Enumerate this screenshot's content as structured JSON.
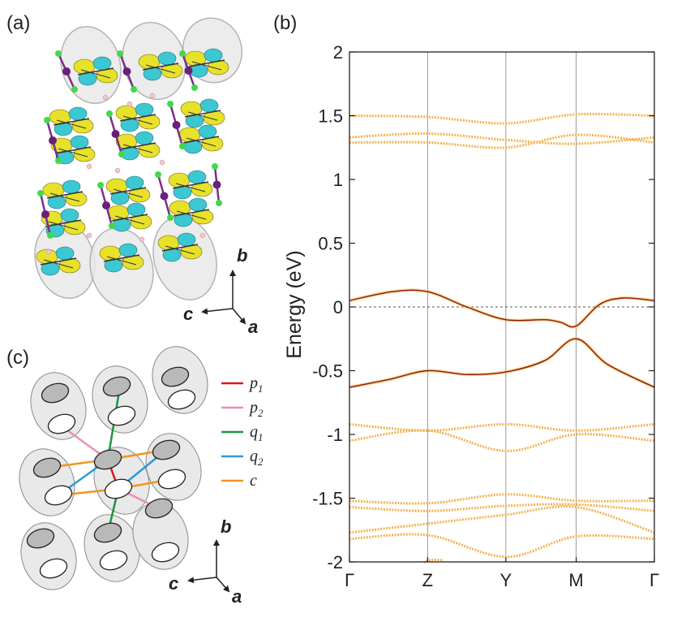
{
  "panels": {
    "a": {
      "label": "(a)"
    },
    "b": {
      "label": "(b)"
    },
    "c": {
      "label": "(c)"
    }
  },
  "crystal_axes": {
    "b": "b",
    "c": "c",
    "a": "a"
  },
  "legend": [
    {
      "symbol": "p",
      "sub": "1",
      "color": "#d7191c"
    },
    {
      "symbol": "p",
      "sub": "2",
      "color": "#ea8fb8"
    },
    {
      "symbol": "q",
      "sub": "1",
      "color": "#1a9641"
    },
    {
      "symbol": "q",
      "sub": "2",
      "color": "#2b9bd8"
    },
    {
      "symbol": "c",
      "sub": "",
      "color": "#f0951f"
    }
  ],
  "colors": {
    "band_highlight": "#8b1a00",
    "band_other": "#f4b350",
    "iso_yellow": "#e8e12a",
    "iso_cyan": "#3cc8d2",
    "dimer_fill": "#e9e9e9",
    "site_gray": "#b9b9b9"
  },
  "chart_data": {
    "type": "line",
    "ylabel": "Energy (eV)",
    "xlabel": "",
    "ylim": [
      -2,
      2
    ],
    "yticks": [
      2,
      1.5,
      1,
      0.5,
      0,
      -0.5,
      -1,
      -1.5,
      -2
    ],
    "ytick_labels": [
      "2",
      "1.5",
      "1",
      "0.5",
      "0",
      "-0.5",
      "-1",
      "-1.5",
      "-2"
    ],
    "kpoints": [
      "Γ",
      "Z",
      "Y",
      "M",
      "Γ"
    ],
    "kpoint_positions": [
      0,
      1,
      2,
      2.9,
      3.9
    ],
    "fermi_level": 0,
    "series": [
      {
        "highlight": false,
        "x": [
          0,
          1,
          2,
          2.9,
          3.9
        ],
        "y": [
          1.5,
          1.49,
          1.44,
          1.51,
          1.5
        ]
      },
      {
        "highlight": false,
        "x": [
          0,
          1,
          2,
          2.9,
          3.9
        ],
        "y": [
          1.33,
          1.36,
          1.31,
          1.28,
          1.33
        ]
      },
      {
        "highlight": false,
        "x": [
          0,
          1,
          2,
          2.9,
          3.9
        ],
        "y": [
          1.29,
          1.29,
          1.25,
          1.35,
          1.29
        ]
      },
      {
        "highlight": true,
        "x": [
          0,
          0.55,
          1,
          1.5,
          2,
          2.5,
          2.7,
          2.9,
          3.2,
          3.5,
          3.9
        ],
        "y": [
          0.05,
          0.12,
          0.12,
          0.0,
          -0.1,
          -0.1,
          -0.12,
          -0.15,
          0.02,
          0.07,
          0.05
        ]
      },
      {
        "highlight": true,
        "x": [
          0,
          0.5,
          1,
          1.5,
          2,
          2.5,
          2.9,
          3.3,
          3.9
        ],
        "y": [
          -0.63,
          -0.57,
          -0.5,
          -0.53,
          -0.51,
          -0.42,
          -0.25,
          -0.45,
          -0.63
        ]
      },
      {
        "highlight": false,
        "x": [
          0,
          1,
          2,
          2.9,
          3.9
        ],
        "y": [
          -0.92,
          -0.97,
          -0.92,
          -0.97,
          -0.92
        ]
      },
      {
        "highlight": false,
        "x": [
          0,
          1,
          2,
          2.9,
          3.9
        ],
        "y": [
          -1.05,
          -0.97,
          -1.13,
          -1.0,
          -1.05
        ]
      },
      {
        "highlight": false,
        "x": [
          0,
          1,
          2,
          2.9,
          3.9
        ],
        "y": [
          -1.52,
          -1.54,
          -1.47,
          -1.52,
          -1.52
        ]
      },
      {
        "highlight": false,
        "x": [
          0,
          1,
          2,
          2.9,
          3.9
        ],
        "y": [
          -1.57,
          -1.6,
          -1.56,
          -1.55,
          -1.6
        ]
      },
      {
        "highlight": false,
        "x": [
          0,
          1,
          2,
          2.9,
          3.9
        ],
        "y": [
          -1.77,
          -1.7,
          -1.63,
          -1.57,
          -1.77
        ]
      },
      {
        "highlight": false,
        "x": [
          0,
          1,
          2,
          2.9,
          3.9
        ],
        "y": [
          -1.82,
          -1.79,
          -1.96,
          -1.8,
          -1.82
        ]
      }
    ]
  }
}
